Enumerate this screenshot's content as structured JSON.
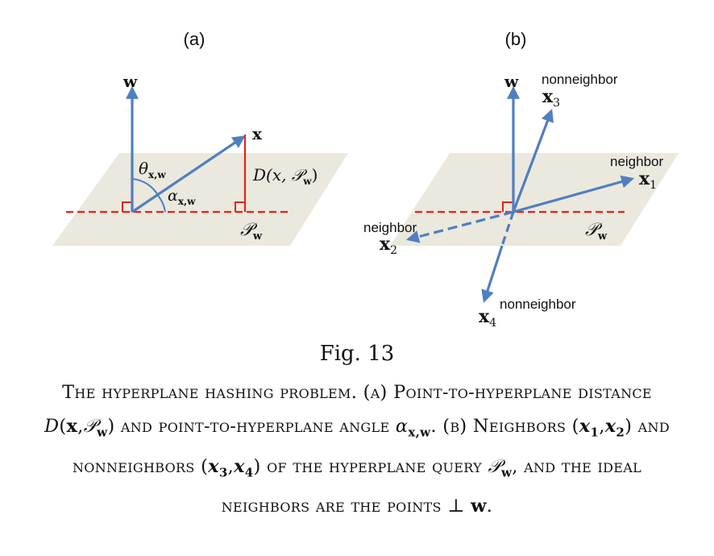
{
  "figure": {
    "panel_a": {
      "label": "(a)",
      "w": "w",
      "x": "x",
      "theta": "θ",
      "theta_sub": "x,w",
      "alpha": "α",
      "alpha_sub": "x,w",
      "distance": "D(x, 𝒫",
      "distance_sub": "w",
      "distance_close": ")",
      "plane": "𝒫",
      "plane_sub": "w"
    },
    "panel_b": {
      "label": "(b)",
      "w": "w",
      "nonneighbor_top": "nonneighbor",
      "x3": "x",
      "x3_sub": "3",
      "neighbor_right": "neighbor",
      "x1": "x",
      "x1_sub": "1",
      "neighbor_left": "neighbor",
      "x2": "x",
      "x2_sub": "2",
      "nonneighbor_bottom": "nonneighbor",
      "x4": "x",
      "x4_sub": "4",
      "plane": "𝒫",
      "plane_sub": "w"
    },
    "colors": {
      "plane_fill": "#ebe8de",
      "arrow_blue": "#4f7fc0",
      "red": "#e2231a"
    }
  },
  "caption": {
    "title": "Fig. 13",
    "c1": "The hyperplane hashing problem. (a) Point-to-hyperplane distance ",
    "m1": "D",
    "m1b": "(",
    "m1x": "x",
    "m1c": ",",
    "m1p": "𝒫",
    "m1s": "w",
    "m1e": ")",
    "c2": " and point-to-hyperplane angle ",
    "m2": "α",
    "m2s": "x,w",
    "c3": ". (b) Neighbors (",
    "m3a": "x",
    "m3as": "1",
    "m3c": ",",
    "m3b": "x",
    "m3bs": "2",
    "c4": ") and nonneighbors (",
    "m4a": "x",
    "m4as": "3",
    "m4c": ",",
    "m4b": "x",
    "m4bs": "4",
    "c5": ") of the hyperplane query ",
    "m5p": "𝒫",
    "m5s": "w",
    "c6": ", and the ideal neighbors are the points ",
    "m6": "⊥",
    "m6w": "w",
    "c7": "."
  }
}
